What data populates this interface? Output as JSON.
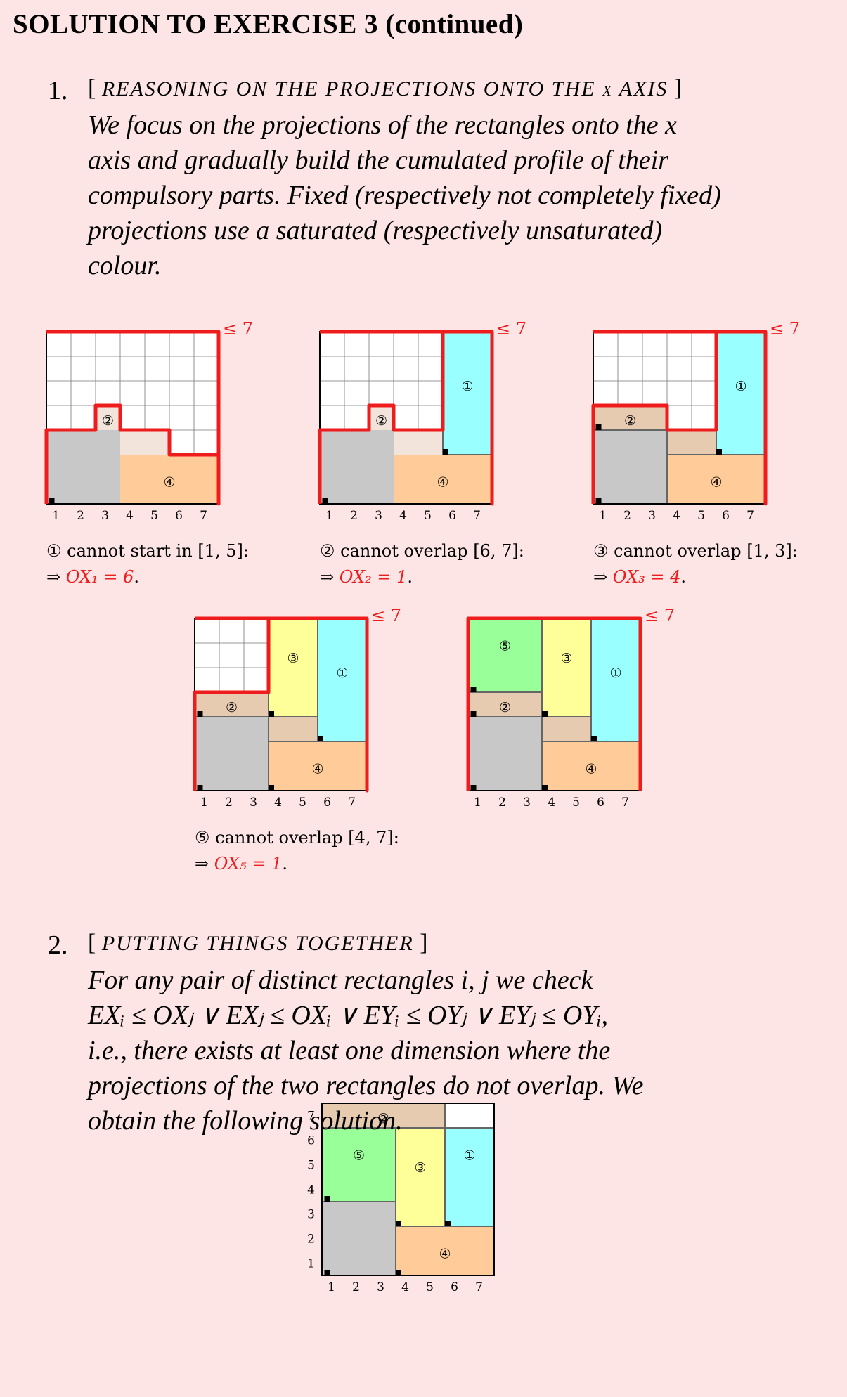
{
  "title": "SOLUTION TO EXERCISE 3 (continued)",
  "section1": {
    "number": "1.",
    "open_bracket": "[",
    "heading": "REASONING ON THE PROJECTIONS ONTO THE x AXIS",
    "close_bracket": "]",
    "lines": [
      "We focus on the projections of the rectangles onto the x",
      "axis and gradually build the cumulated profile of their",
      "compulsory parts.  Fixed (respectively not completely fixed)",
      "projections use a saturated (respectively unsaturated)",
      "colour."
    ]
  },
  "limit_label": "≤ 7",
  "x_ticks": [
    "1",
    "2",
    "3",
    "4",
    "5",
    "6",
    "7"
  ],
  "y_ticks": [
    "1",
    "2",
    "3",
    "4",
    "5",
    "6",
    "7"
  ],
  "labels": {
    "r1": "①",
    "r2": "②",
    "r3": "③",
    "r4": "④",
    "r5": "⑤"
  },
  "captions": [
    {
      "line1": "① cannot start in [1, 5]:",
      "implies": "⇒ ",
      "result": "OX₁ = 6",
      "end": "."
    },
    {
      "line1": "② cannot overlap [6, 7]:",
      "implies": "⇒ ",
      "result": "OX₂ = 1",
      "end": "."
    },
    {
      "line1": "③ cannot overlap [1, 3]:",
      "implies": "⇒ ",
      "result": "OX₃ = 4",
      "end": "."
    },
    {
      "line1": "⑤ cannot overlap [4, 7]:",
      "implies": "⇒ ",
      "result": "OX₅ = 1",
      "end": "."
    }
  ],
  "section2": {
    "number": "2.",
    "open_bracket": "[",
    "heading": "PUTTING THINGS TOGETHER",
    "close_bracket": "]",
    "lines": [
      "For any pair of distinct rectangles i, j we check",
      "EXᵢ ≤ OXⱼ ∨ EXⱼ ≤ OXᵢ ∨ EYᵢ ≤ OYⱼ ∨ EYⱼ ≤ OYᵢ,",
      "i.e., there exists at least one dimension where the",
      "projections of the two rectangles do not overlap.  We",
      "obtain the following solution."
    ]
  },
  "colors": {
    "background": "#fde5e5",
    "red": "#ee1c1c",
    "cyan": "#99ffff",
    "yellow": "#ffff99",
    "green": "#99ff99",
    "orange": "#ffcc99",
    "tan": "#e6cbb1",
    "tan_light": "#f2e4da",
    "gray": "#c8c8c8"
  }
}
